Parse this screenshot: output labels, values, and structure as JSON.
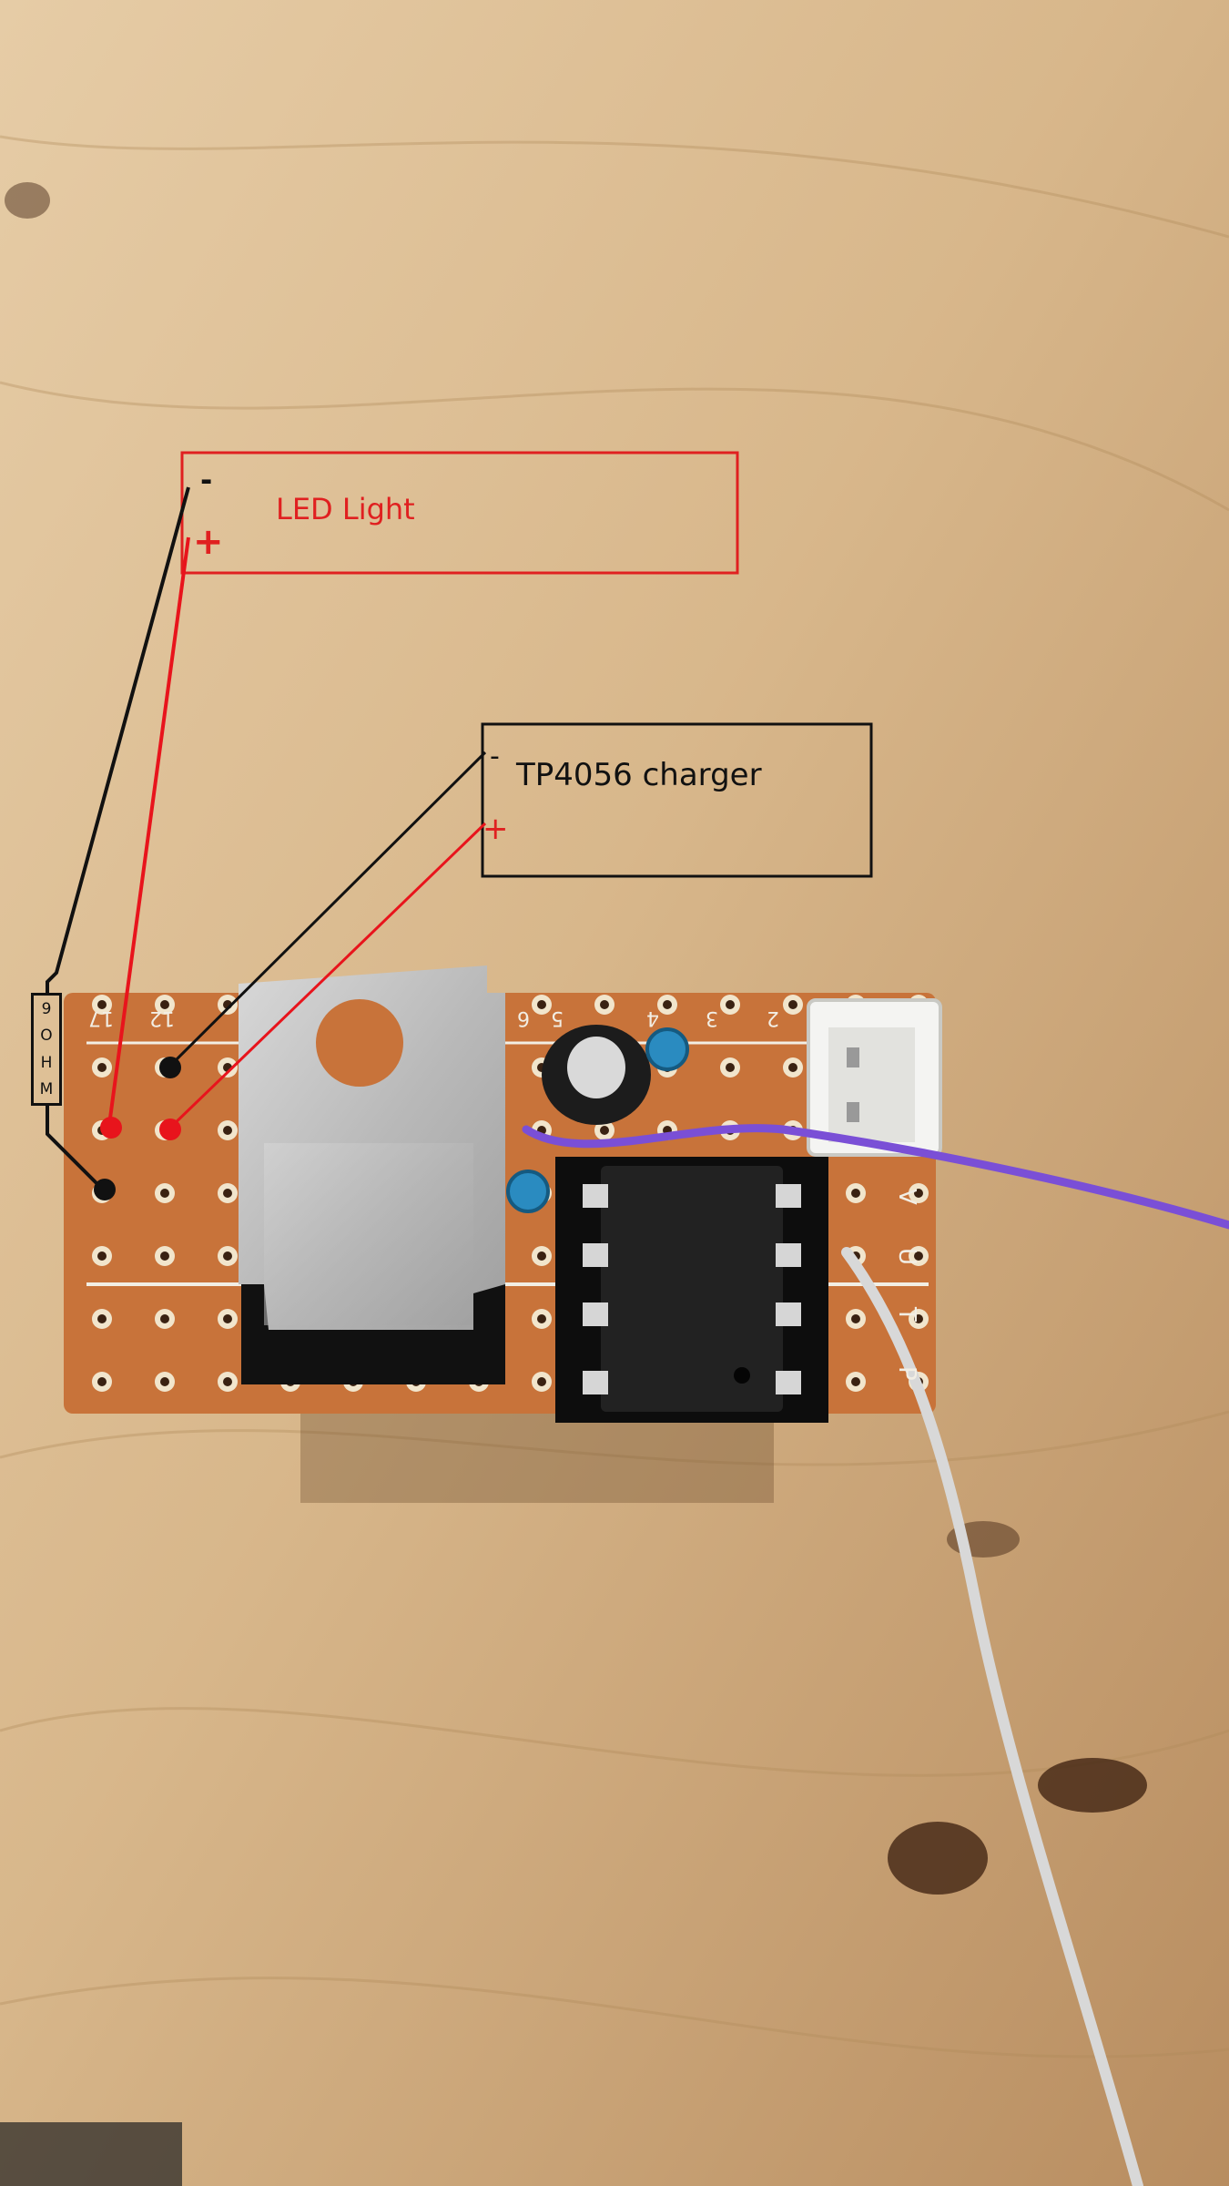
{
  "annotations": {
    "led_box": {
      "label": "LED Light",
      "minus": "-",
      "plus": "+",
      "color": "#e02020"
    },
    "charger_box": {
      "label": "TP4056 charger",
      "minus": "-",
      "plus": "+",
      "color": "#111111"
    },
    "resistor": {
      "chars": [
        "9",
        "O",
        "H",
        "M"
      ]
    }
  },
  "board": {
    "pcb_color": "#c8733a",
    "silkscreen_numbers": [
      "17",
      "12",
      "6",
      "5",
      "4",
      "3",
      "2"
    ],
    "connector_letters": [
      "V",
      "U",
      "T",
      "P"
    ]
  },
  "colors": {
    "wood": "#d9b98e",
    "wire_red": "#e8141c",
    "wire_black": "#111111",
    "wire_purple": "#7a4fd6",
    "wire_white": "#d8d8d8"
  }
}
